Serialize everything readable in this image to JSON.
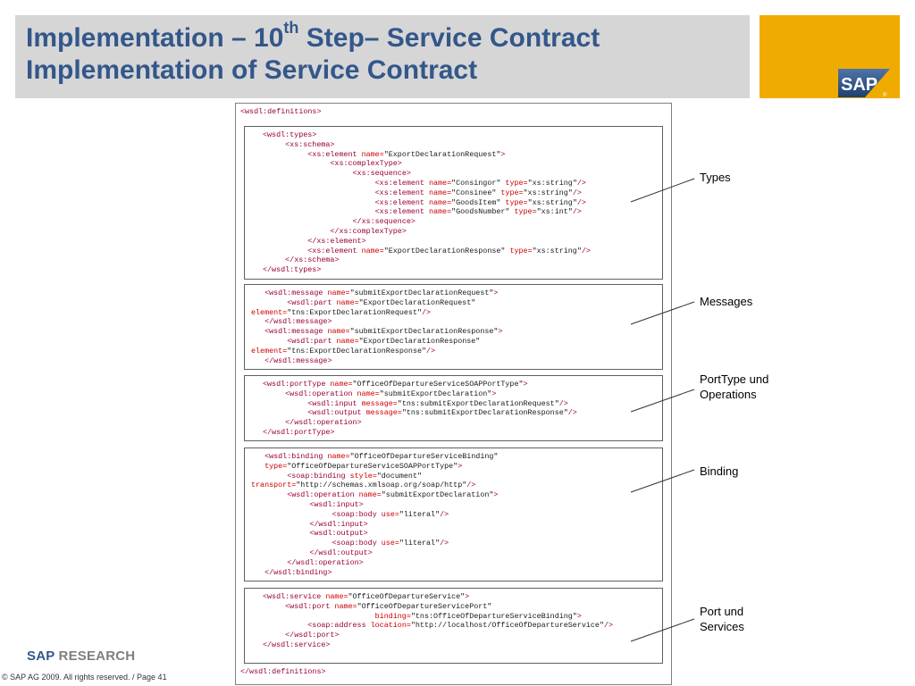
{
  "slide": {
    "title_line1_a": "Implementation – 10",
    "title_line1_sup": "th",
    "title_line1_b": " Step– Service Contract",
    "title_line2": "Implementation of Service Contract"
  },
  "logo": {
    "text": "SAP",
    "registered": "®",
    "brand_color": "#f0ab00",
    "logo_blue": "#2b4e80"
  },
  "colors": {
    "title": "#33578a",
    "tag": "#990033",
    "attribute": "#cc0000"
  },
  "code": {
    "open": "<wsdl:definitions>",
    "close": "</wsdl:definitions>",
    "types": [
      "<wsdl:types>",
      "     <xs:schema>",
      "          <xs:element name=\"ExportDeclarationRequest\">",
      "               <xs:complexType>",
      "                    <xs:sequence>",
      "                         <xs:element name=\"Consingor\" type=\"xs:string\"/>",
      "                         <xs:element name=\"Consinee\" type=\"xs:string\"/>",
      "                         <xs:element name=\"GoodsItem\" type=\"xs:string\"/>",
      "                         <xs:element name=\"GoodsNumber\" type=\"xs:int\"/>",
      "                    </xs:sequence>",
      "               </xs:complexType>",
      "          </xs:element>",
      "          <xs:element name=\"ExportDeclarationResponse\" type=\"xs:string\"/>",
      "     </xs:schema>",
      "</wsdl:types>"
    ],
    "messages": [
      "   <wsdl:message name=\"submitExportDeclarationRequest\">",
      "        <wsdl:part name=\"ExportDeclarationRequest\"",
      "element=\"tns:ExportDeclarationRequest\"/>",
      "   </wsdl:message>",
      "   <wsdl:message name=\"submitExportDeclarationResponse\">",
      "        <wsdl:part name=\"ExportDeclarationResponse\"",
      "element=\"tns:ExportDeclarationResponse\"/>",
      "   </wsdl:message>"
    ],
    "porttype": [
      "<wsdl:portType name=\"OfficeOfDepartureServiceSOAPPortType\">",
      "     <wsdl:operation name=\"submitExportDeclaration\">",
      "          <wsdl:input message=\"tns:submitExportDeclarationRequest\"/>",
      "          <wsdl:output message=\"tns:submitExportDeclarationResponse\"/>",
      "     </wsdl:operation>",
      "</wsdl:portType>"
    ],
    "binding": [
      "   <wsdl:binding name=\"OfficeOfDepartureServiceBinding\"",
      "   type=\"OfficeOfDepartureServiceSOAPPortType\">",
      "        <soap:binding style=\"document\"",
      "transport=\"http://schemas.xmlsoap.org/soap/http\"/>",
      "        <wsdl:operation name=\"submitExportDeclaration\">",
      "             <wsdl:input>",
      "                  <soap:body use=\"literal\"/>",
      "             </wsdl:input>",
      "             <wsdl:output>",
      "                  <soap:body use=\"literal\"/>",
      "             </wsdl:output>",
      "        </wsdl:operation>",
      "   </wsdl:binding>"
    ],
    "service": [
      "<wsdl:service name=\"OfficeOfDepartureService\">",
      "     <wsdl:port name=\"OfficeOfDepartureServicePort\"",
      "                         binding=\"tns:OfficeOfDepartureServiceBinding\">",
      "          <soap:address location=\"http://localhost/OfficeOfDepartureService\"/>",
      "     </wsdl:port>",
      "</wsdl:service>"
    ]
  },
  "labels": {
    "types": "Types",
    "messages": "Messages",
    "porttype_1": "PortType und",
    "porttype_2": "Operations",
    "binding": "Binding",
    "service_1": "Port und",
    "service_2": "Services"
  },
  "footer": {
    "brand_sap": "SAP",
    "brand_research": " RESEARCH",
    "copyright": "© SAP AG 2009. All rights reserved. / Page 41"
  }
}
